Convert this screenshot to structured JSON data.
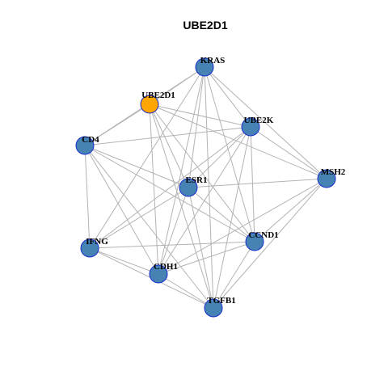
{
  "title": "UBE2D1",
  "colors": {
    "node_default": "#4682b4",
    "node_highlight": "#ffa500",
    "node_border": "#1a2ecc",
    "edge": "#b3b3b3"
  },
  "nodes": [
    {
      "id": "KRAS",
      "label": "KRAS",
      "highlight": false
    },
    {
      "id": "UBE2D1",
      "label": "UBE2D1",
      "highlight": true
    },
    {
      "id": "UBE2K",
      "label": "UBE2K",
      "highlight": false
    },
    {
      "id": "CD4",
      "label": "CD4",
      "highlight": false
    },
    {
      "id": "MSH2",
      "label": "MSH2",
      "highlight": false
    },
    {
      "id": "ESR1",
      "label": "ESR1",
      "highlight": false
    },
    {
      "id": "IFNG",
      "label": "IFNG",
      "highlight": false
    },
    {
      "id": "CCND1",
      "label": "CCND1",
      "highlight": false
    },
    {
      "id": "CDH1",
      "label": "CDH1",
      "highlight": false
    },
    {
      "id": "TGFB1",
      "label": "TGFB1",
      "highlight": false
    }
  ],
  "edges": [
    [
      "KRAS",
      "UBE2D1"
    ],
    [
      "KRAS",
      "CD4"
    ],
    [
      "KRAS",
      "UBE2K"
    ],
    [
      "KRAS",
      "MSH2"
    ],
    [
      "KRAS",
      "ESR1"
    ],
    [
      "KRAS",
      "IFNG"
    ],
    [
      "KRAS",
      "CCND1"
    ],
    [
      "KRAS",
      "CDH1"
    ],
    [
      "KRAS",
      "TGFB1"
    ],
    [
      "UBE2D1",
      "CD4"
    ],
    [
      "UBE2D1",
      "UBE2K"
    ],
    [
      "UBE2D1",
      "MSH2"
    ],
    [
      "UBE2D1",
      "ESR1"
    ],
    [
      "UBE2D1",
      "CCND1"
    ],
    [
      "UBE2D1",
      "CDH1"
    ],
    [
      "UBE2D1",
      "TGFB1"
    ],
    [
      "UBE2K",
      "CD4"
    ],
    [
      "UBE2K",
      "MSH2"
    ],
    [
      "UBE2K",
      "ESR1"
    ],
    [
      "UBE2K",
      "IFNG"
    ],
    [
      "UBE2K",
      "CCND1"
    ],
    [
      "UBE2K",
      "CDH1"
    ],
    [
      "UBE2K",
      "TGFB1"
    ],
    [
      "CD4",
      "ESR1"
    ],
    [
      "CD4",
      "IFNG"
    ],
    [
      "CD4",
      "CDH1"
    ],
    [
      "CD4",
      "CCND1"
    ],
    [
      "CD4",
      "TGFB1"
    ],
    [
      "MSH2",
      "ESR1"
    ],
    [
      "MSH2",
      "CCND1"
    ],
    [
      "MSH2",
      "CDH1"
    ],
    [
      "MSH2",
      "TGFB1"
    ],
    [
      "ESR1",
      "IFNG"
    ],
    [
      "ESR1",
      "CDH1"
    ],
    [
      "ESR1",
      "TGFB1"
    ],
    [
      "ESR1",
      "CCND1"
    ],
    [
      "IFNG",
      "CCND1"
    ],
    [
      "IFNG",
      "CDH1"
    ],
    [
      "IFNG",
      "TGFB1"
    ],
    [
      "CCND1",
      "CDH1"
    ],
    [
      "CCND1",
      "TGFB1"
    ],
    [
      "CDH1",
      "TGFB1"
    ]
  ]
}
